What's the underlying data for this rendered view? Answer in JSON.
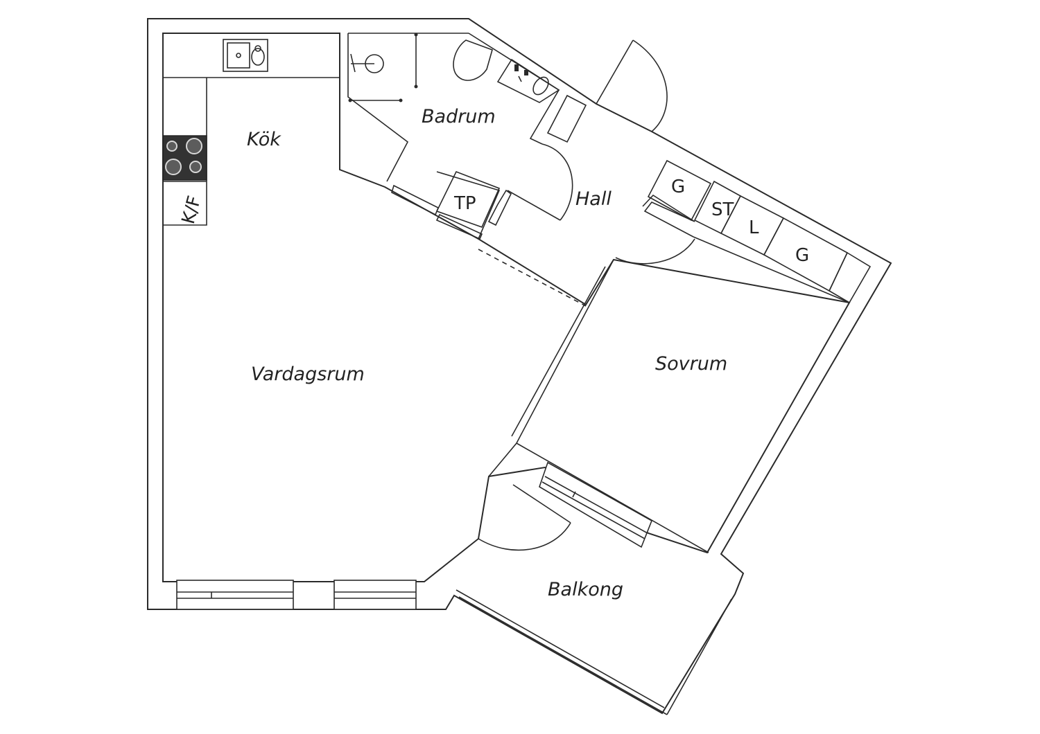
{
  "plan": {
    "rooms": {
      "kitchen": "Kök",
      "bathroom": "Badrum",
      "hall": "Hall",
      "living_room": "Vardagsrum",
      "bedroom": "Sovrum",
      "balcony": "Balkong"
    },
    "fixtures": {
      "fridge_freezer": "K/F",
      "dryer": "TP",
      "wardrobe_hall": "G",
      "cleaning_closet": "ST",
      "linen_closet": "L",
      "wardrobe_bedroom": "G"
    }
  }
}
